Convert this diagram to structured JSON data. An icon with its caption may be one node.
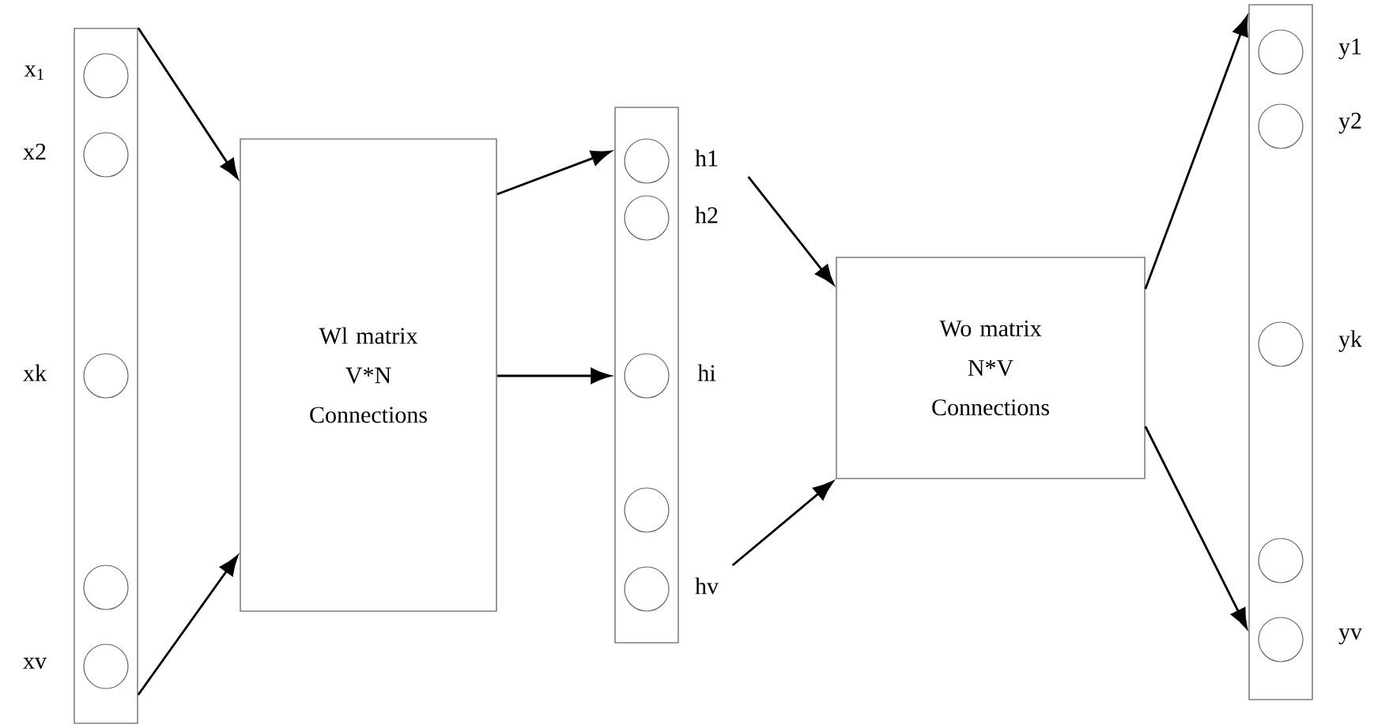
{
  "diagram": {
    "nodes": [
      {
        "text": [],
        "shape": "bar"
      },
      {
        "text": [],
        "shape": "circle",
        "in": 0,
        "beside": [
          "x$_{1}$"
        ]
      },
      {
        "text": [],
        "shape": "circle",
        "in": 0,
        "beside": [
          "x2"
        ]
      },
      {
        "text": [],
        "shape": "circle",
        "in": 0,
        "beside": [
          "xk"
        ]
      },
      {
        "text": [],
        "shape": "circle",
        "in": 0
      },
      {
        "text": [],
        "shape": "circle",
        "in": 0,
        "beside": [
          "xv"
        ]
      },
      {
        "text": [
          "Wl matrix V*N Connections"
        ]
      },
      {
        "text": [],
        "shape": "bar"
      },
      {
        "text": [],
        "shape": "circle",
        "in": 7,
        "beside": [
          "h1"
        ]
      },
      {
        "text": [],
        "shape": "circle",
        "in": 7,
        "beside": [
          "h2"
        ]
      },
      {
        "text": [],
        "shape": "circle",
        "in": 7,
        "beside": [
          "hi"
        ]
      },
      {
        "text": [],
        "shape": "circle",
        "in": 7
      },
      {
        "text": [],
        "shape": "circle",
        "in": 7,
        "beside": [
          "hv"
        ]
      },
      {
        "text": [
          "Wo matrix N*V Connections"
        ]
      },
      {
        "text": [],
        "shape": "bar"
      },
      {
        "text": [],
        "shape": "circle",
        "in": 14,
        "beside": [
          "y1"
        ]
      },
      {
        "text": [],
        "shape": "circle",
        "in": 14,
        "beside": [
          "y2"
        ]
      },
      {
        "text": [],
        "shape": "circle",
        "in": 14,
        "beside": [
          "yk"
        ]
      },
      {
        "text": [],
        "shape": "circle",
        "in": 14
      },
      {
        "text": [],
        "shape": "circle",
        "in": 14,
        "beside": [
          "yv"
        ]
      }
    ],
    "edges": [
      {
        "from": 0,
        "to": 6,
        "arrow": "to"
      },
      {
        "from": 0,
        "to": 6,
        "arrow": "to"
      },
      {
        "from": 6,
        "to": 7,
        "arrow": "to"
      },
      {
        "from": 6,
        "to": 7,
        "arrow": "to"
      },
      {
        "from": 8,
        "to": 13,
        "arrow": "to"
      },
      {
        "from": 12,
        "to": 13,
        "arrow": "to"
      },
      {
        "from": 13,
        "to": 14,
        "arrow": "to"
      },
      {
        "from": 13,
        "to": 14,
        "arrow": "to"
      }
    ]
  }
}
